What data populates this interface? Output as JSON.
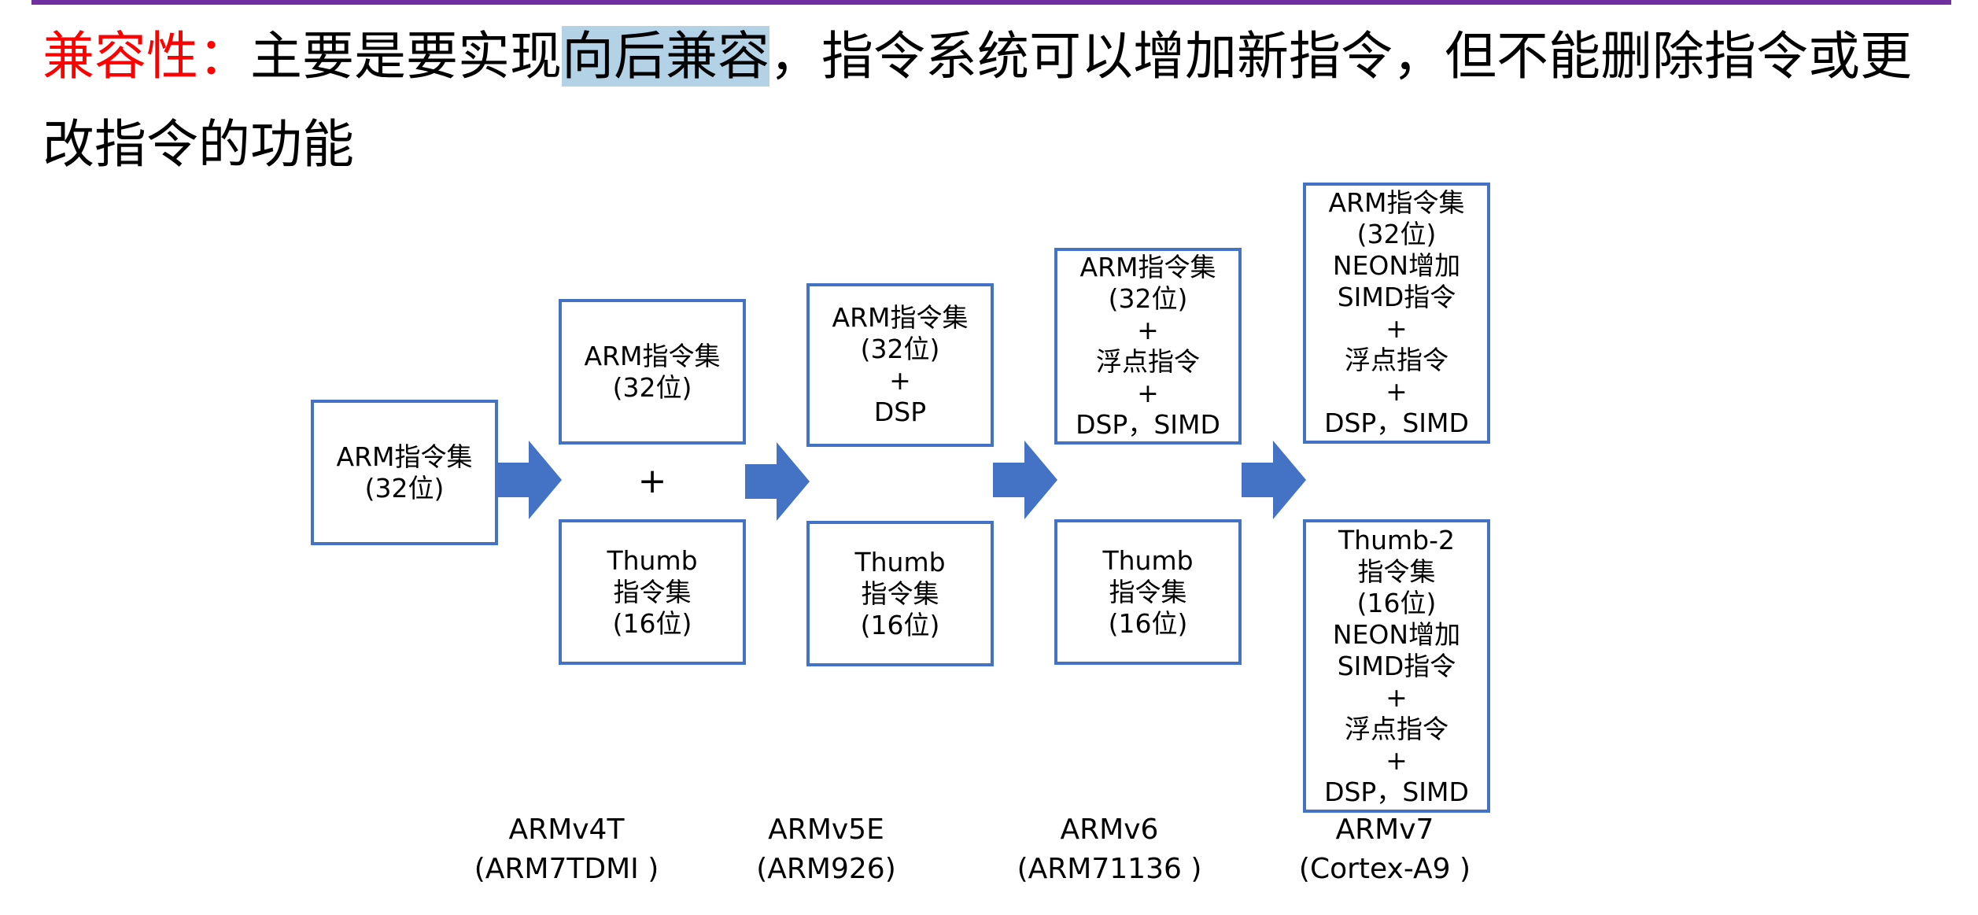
{
  "title": {
    "keyword": "兼容性：",
    "text_before": "主要是要实现",
    "highlight": "向后兼容",
    "text_after": "，指令系统可以增加新指令，但不能删除指令或更改指令的功能"
  },
  "arrow_color": "#4472C4",
  "border_color": "#4472C4",
  "stages": [
    {
      "name": "ARMv4T",
      "core": "(ARM7TDMI )"
    },
    {
      "name": "ARMv5E",
      "core": "(ARM926)"
    },
    {
      "name": "ARMv6",
      "core": "(ARM71136 )"
    },
    {
      "name": "ARMv7",
      "core": "(Cortex-A9 )"
    }
  ],
  "boxes": {
    "base": [
      "ARM指令集",
      "(32位)"
    ],
    "v4t_arm": [
      "ARM指令集",
      "(32位)"
    ],
    "v4t_plus": "+",
    "v4t_thumb": [
      "Thumb",
      "指令集",
      "(16位)"
    ],
    "v5e_arm": [
      "ARM指令集",
      "(32位)",
      "+",
      "DSP"
    ],
    "v5e_thumb": [
      "Thumb",
      "指令集",
      "(16位)"
    ],
    "v6_arm": [
      "ARM指令集",
      "(32位)",
      "+",
      "浮点指令",
      "+",
      "DSP，SIMD"
    ],
    "v6_thumb": [
      "Thumb",
      "指令集",
      "(16位)"
    ],
    "v7_arm": [
      "ARM指令集",
      "(32位)",
      "NEON增加",
      "SIMD指令",
      "+",
      "浮点指令",
      "+",
      "DSP，SIMD"
    ],
    "v7_thumb": [
      "Thumb-2",
      "指令集",
      "(16位)",
      "NEON增加",
      "SIMD指令",
      "+",
      "浮点指令",
      "+",
      "DSP，SIMD"
    ]
  }
}
